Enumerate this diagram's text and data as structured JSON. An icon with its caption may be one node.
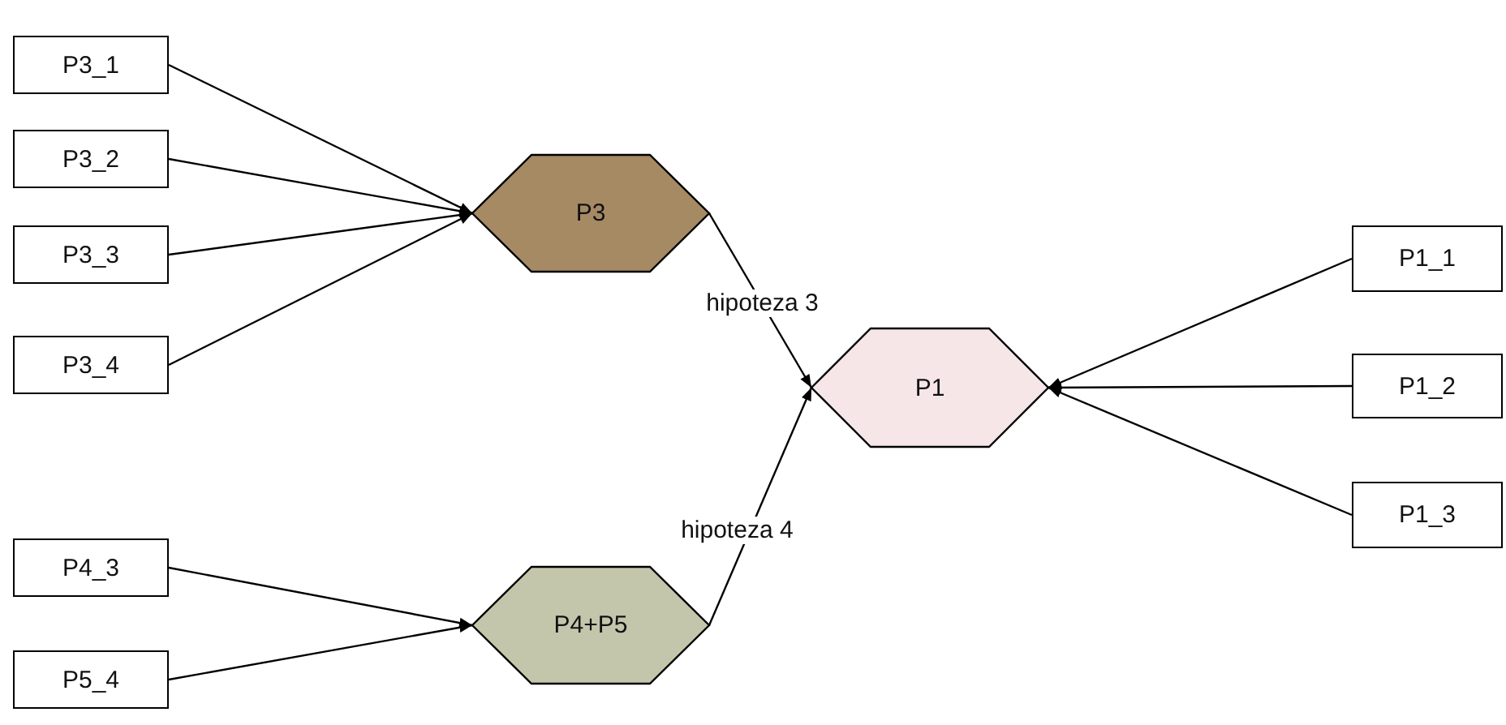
{
  "diagram": {
    "nodes": [
      {
        "text": [
          "P3_1"
        ]
      },
      {
        "text": [
          "P3_2"
        ]
      },
      {
        "text": [
          "P3_3"
        ]
      },
      {
        "text": [
          "P3_4"
        ]
      },
      {
        "text": [
          "P3"
        ]
      },
      {
        "text": [
          "P1"
        ]
      },
      {
        "text": [
          "P1_1"
        ]
      },
      {
        "text": [
          "P1_2"
        ]
      },
      {
        "text": [
          "P1_3"
        ]
      },
      {
        "text": [
          "P4_3"
        ]
      },
      {
        "text": [
          "P4+P5"
        ]
      },
      {
        "text": [
          "P5_4"
        ]
      }
    ],
    "edges": [
      {
        "from": 0,
        "to": 4,
        "arrow": "to"
      },
      {
        "from": 1,
        "to": 4,
        "arrow": "to"
      },
      {
        "from": 2,
        "to": 4,
        "arrow": "to"
      },
      {
        "from": 3,
        "to": 4,
        "arrow": "to"
      },
      {
        "from": 4,
        "to": 5,
        "arrow": "to",
        "label": "hipoteza 3"
      },
      {
        "from": 6,
        "to": 5,
        "arrow": "to"
      },
      {
        "from": 7,
        "to": 5,
        "arrow": "to"
      },
      {
        "from": 8,
        "to": 5,
        "arrow": "to"
      },
      {
        "from": 9,
        "to": 10,
        "arrow": "to"
      },
      {
        "from": 11,
        "to": 10,
        "arrow": "to"
      },
      {
        "from": 10,
        "to": 5,
        "arrow": "to",
        "label": "hipoteza 4"
      }
    ]
  }
}
